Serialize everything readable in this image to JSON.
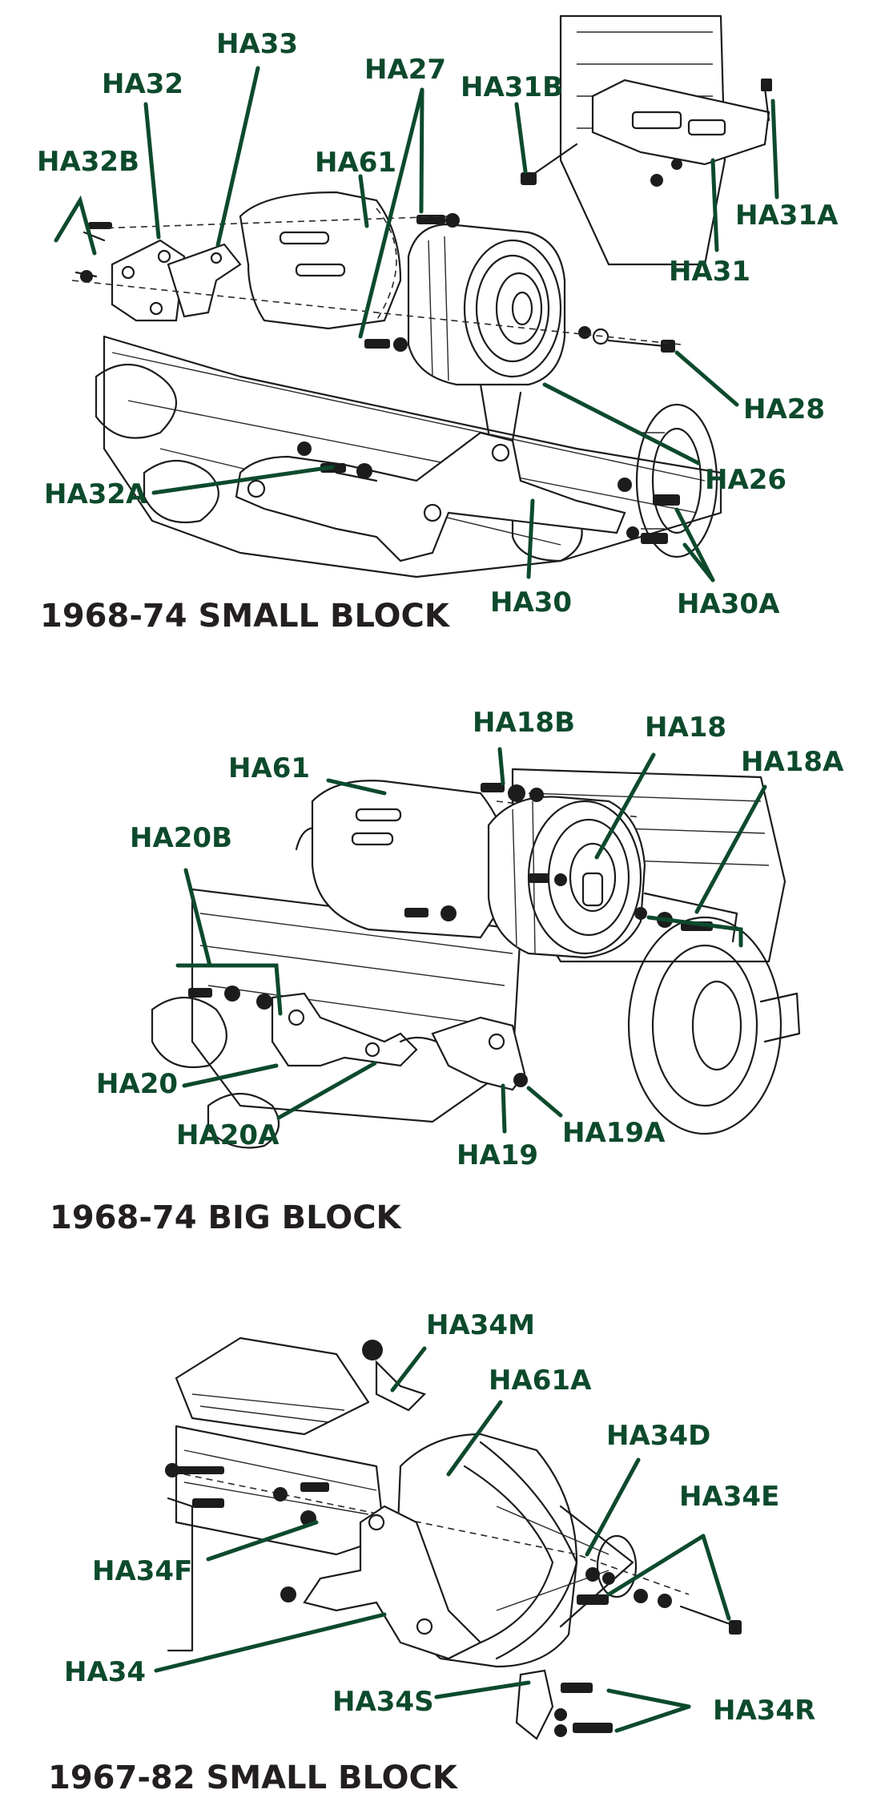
{
  "colors": {
    "callout": "#0d4a2c",
    "title": "#231f20",
    "line_art": "#1c1c1c",
    "background": "#ffffff"
  },
  "sections": {
    "small_block_68_74": {
      "title": "1968-74 SMALL BLOCK",
      "labels": {
        "ha33": "HA33",
        "ha32": "HA32",
        "ha27": "HA27",
        "ha31b": "HA31B",
        "ha32b": "HA32B",
        "ha61": "HA61",
        "ha31a": "HA31A",
        "ha31": "HA31",
        "ha28": "HA28",
        "ha26": "HA26",
        "ha32a": "HA32A",
        "ha30": "HA30",
        "ha30a": "HA30A"
      }
    },
    "big_block_68_74": {
      "title": "1968-74 BIG BLOCK",
      "labels": {
        "ha18b": "HA18B",
        "ha18": "HA18",
        "ha61": "HA61",
        "ha18a": "HA18A",
        "ha20b": "HA20B",
        "ha20": "HA20",
        "ha20a": "HA20A",
        "ha19": "HA19",
        "ha19a": "HA19A"
      }
    },
    "small_block_67_82": {
      "title": "1967-82 SMALL BLOCK",
      "labels": {
        "ha34m": "HA34M",
        "ha61a": "HA61A",
        "ha34d": "HA34D",
        "ha34e": "HA34E",
        "ha34f": "HA34F",
        "ha34": "HA34",
        "ha34s": "HA34S",
        "ha34r": "HA34R"
      }
    }
  }
}
